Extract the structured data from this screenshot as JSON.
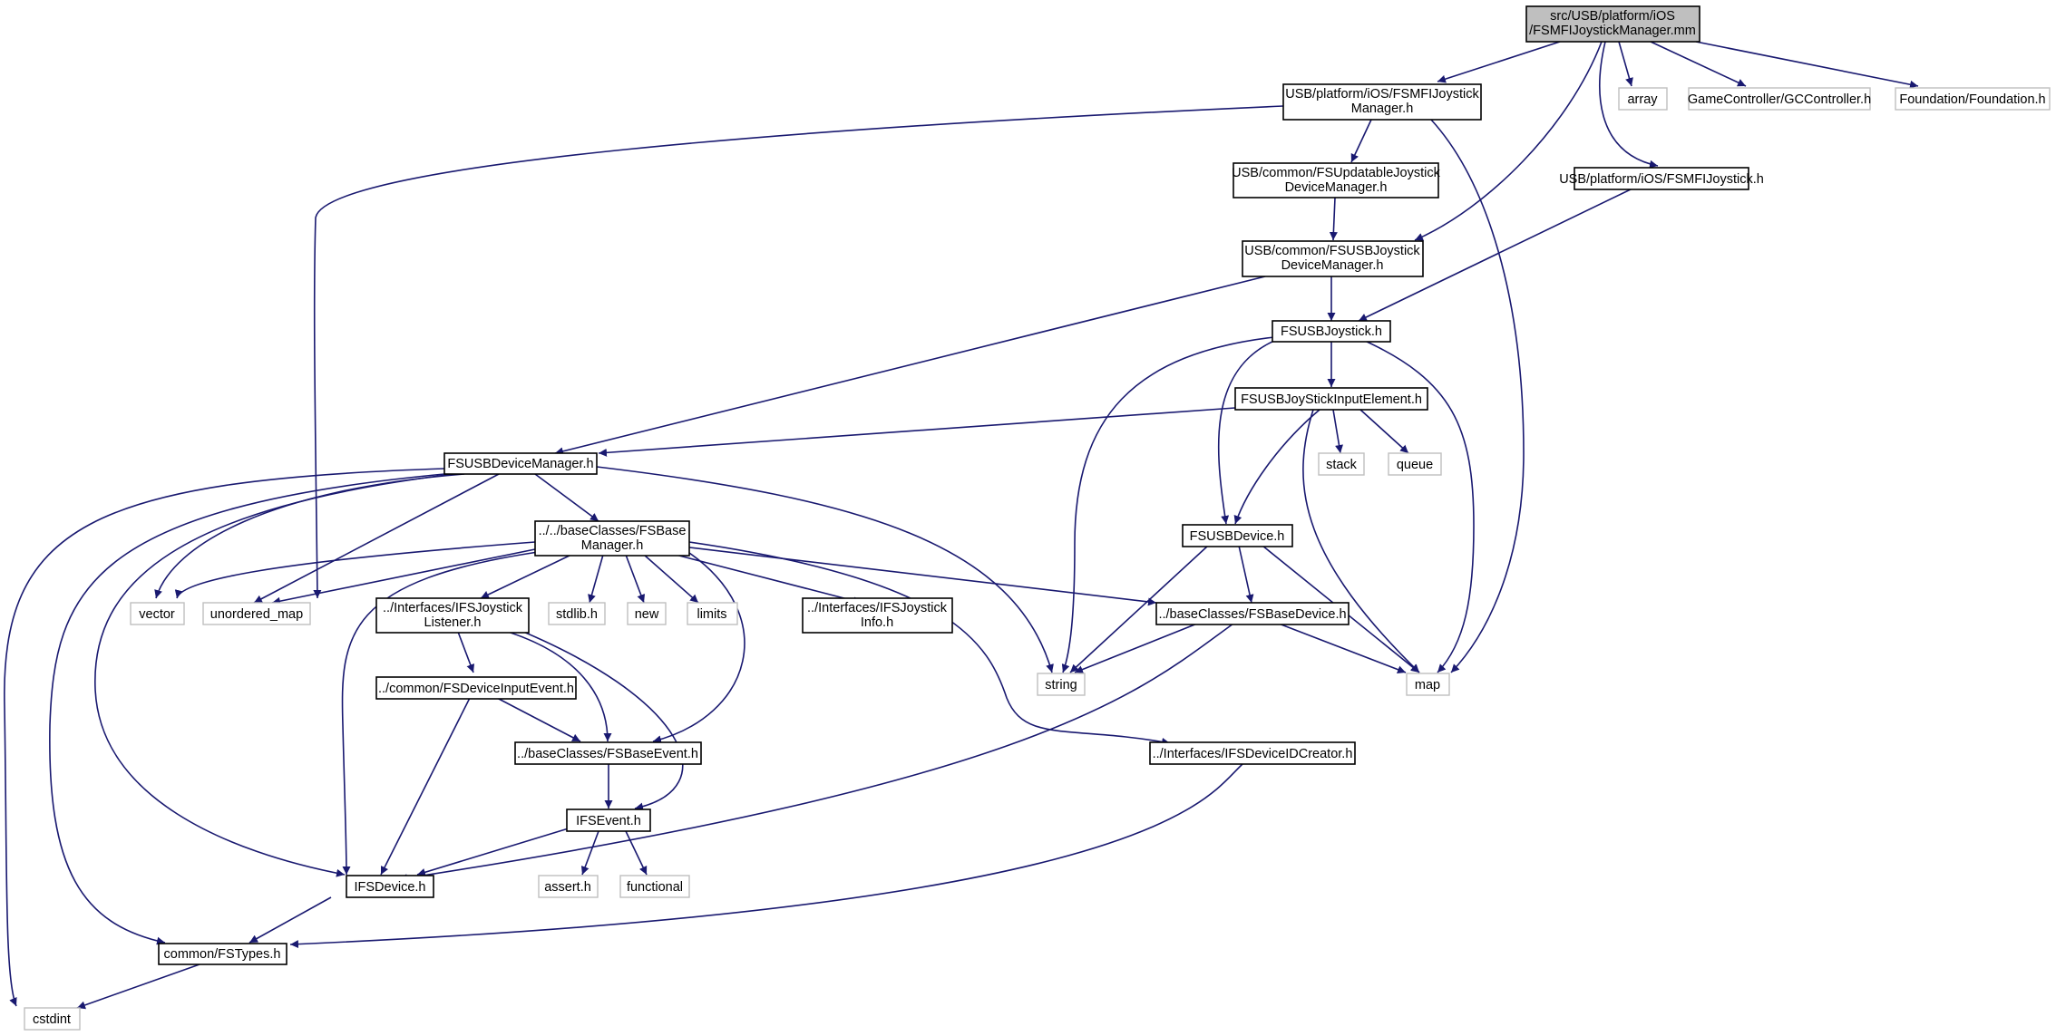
{
  "colors": {
    "edge": "#191970",
    "root_fill": "#bfbfbf",
    "node_border": "#000000",
    "sys_border": "#bfbfbf"
  },
  "nodes": {
    "root": [
      "src/USB/platform/iOS",
      "/FSMFIJoystickManager.mm"
    ],
    "mfi_manager_h": [
      "USB/platform/iOS/FSMFIJoystick",
      "Manager.h"
    ],
    "array": [
      "array"
    ],
    "gccontroller": [
      "GameController/GCController.h"
    ],
    "foundation": [
      "Foundation/Foundation.h"
    ],
    "updatable": [
      "USB/common/FSUpdatableJoystick",
      "DeviceManager.h"
    ],
    "mfi_joystick_h": [
      "USB/platform/iOS/FSMFIJoystick.h"
    ],
    "usb_joystick_dm": [
      "USB/common/FSUSBJoystick",
      "DeviceManager.h"
    ],
    "fsusbjoystick": [
      "FSUSBJoystick.h"
    ],
    "input_element": [
      "FSUSBJoyStickInputElement.h"
    ],
    "device_manager": [
      "FSUSBDeviceManager.h"
    ],
    "stack": [
      "stack"
    ],
    "queue": [
      "queue"
    ],
    "base_manager": [
      "../../baseClasses/FSBase",
      "Manager.h"
    ],
    "usb_device": [
      "FSUSBDevice.h"
    ],
    "vector": [
      "vector"
    ],
    "unordered_map": [
      "unordered_map"
    ],
    "joystick_listener": [
      "../Interfaces/IFSJoystick",
      "Listener.h"
    ],
    "stdlib": [
      "stdlib.h"
    ],
    "new": [
      "new"
    ],
    "limits": [
      "limits"
    ],
    "joystick_info": [
      "../Interfaces/IFSJoystick",
      "Info.h"
    ],
    "base_device": [
      "../baseClasses/FSBaseDevice.h"
    ],
    "string": [
      "string"
    ],
    "map": [
      "map"
    ],
    "device_input_event": [
      "../common/FSDeviceInputEvent.h"
    ],
    "base_event": [
      "../baseClasses/FSBaseEvent.h"
    ],
    "device_id_creator": [
      "../Interfaces/IFSDeviceIDCreator.h"
    ],
    "ifsevent": [
      "IFSEvent.h"
    ],
    "ifsdevice": [
      "IFSDevice.h"
    ],
    "assert": [
      "assert.h"
    ],
    "functional": [
      "functional"
    ],
    "fstypes": [
      "common/FSTypes.h"
    ],
    "cstdint": [
      "cstdint"
    ]
  }
}
